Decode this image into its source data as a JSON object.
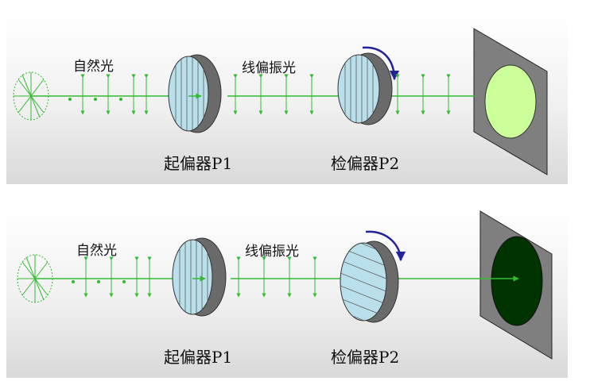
{
  "panels": [
    {
      "natural_light_label": "自然光",
      "linear_light_label": "线偏振光",
      "polarizer_label": "起偏器P1",
      "analyzer_label": "检偏器P2",
      "screen_state": "bright",
      "screen_color": "#ccff99"
    },
    {
      "natural_light_label": "自然光",
      "linear_light_label": "线偏振光",
      "polarizer_label": "起偏器P1",
      "analyzer_label": "检偏器P2",
      "screen_state": "dark",
      "screen_color": "#003300"
    }
  ],
  "colors": {
    "beam": "#33bb33",
    "lens_fill": "#b9e0ea",
    "lens_edge": "#7a7a7a",
    "rotation_arrow": "#22229a",
    "screen_plate": "#7f7f7f"
  }
}
